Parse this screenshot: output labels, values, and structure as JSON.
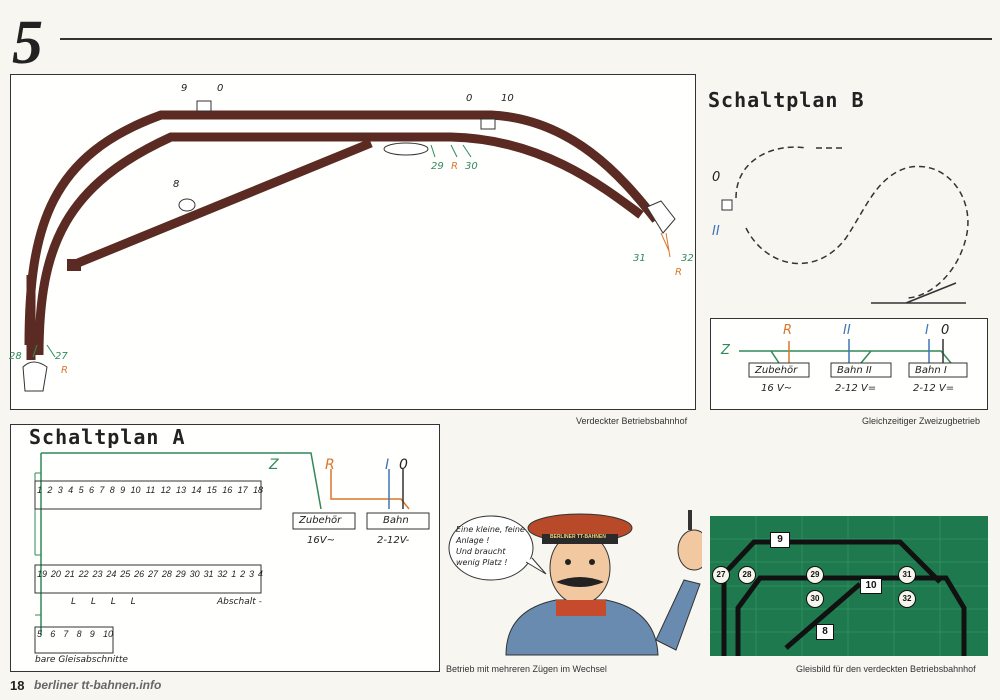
{
  "page": {
    "chapter_number": "5",
    "page_number": "18",
    "site": "berliner tt-bahnen.info"
  },
  "colors": {
    "track_brown": "#5a2a23",
    "orange_R": "#d9762b",
    "blue_bahn": "#3f74b8",
    "green_Z": "#2f8a5a",
    "board_green": "#1e7a4e"
  },
  "top_layout": {
    "caption": "Verdeckter Betriebsbahnhof",
    "labels": {
      "left_switch_numbers": [
        "9",
        "0"
      ],
      "right_switch_numbers": [
        "0",
        "10"
      ],
      "middle_numbers": [
        "29",
        "R",
        "30"
      ],
      "siding_number": "8",
      "right_end_numbers": [
        "31",
        "R",
        "32"
      ],
      "left_end_numbers": [
        "28",
        "27",
        "R"
      ]
    }
  },
  "schaltplan_b": {
    "title": "Schaltplan B",
    "top_label_0": "0",
    "top_label_II": "II",
    "caption": "Gleichzeitiger Zweizugbetrieb",
    "z_label": "Z",
    "terminals": [
      {
        "marker": "R",
        "name": "Zubehör",
        "value": "16 V~"
      },
      {
        "marker": "II",
        "name": "Bahn II",
        "value": "2-12 V="
      },
      {
        "marker": "I",
        "name": "Bahn I",
        "value": "2-12 V="
      }
    ],
    "extra_marker": "0"
  },
  "schaltplan_a": {
    "title": "Schaltplan A",
    "row1": [
      "1",
      "2",
      "3",
      "4",
      "5",
      "6",
      "7",
      "8",
      "9",
      "10",
      "11",
      "12",
      "13",
      "14",
      "15",
      "16",
      "17",
      "18"
    ],
    "row2": [
      "19",
      "20",
      "21",
      "22",
      "23",
      "24",
      "25",
      "26",
      "27",
      "28",
      "29",
      "30",
      "31",
      "32",
      "1",
      "2",
      "3",
      "4"
    ],
    "row2_sub": "L L L L",
    "row2_note": "Abschalt -",
    "row3": [
      "5",
      "6",
      "7",
      "8",
      "9",
      "10"
    ],
    "row3_note": "bare Gleisabschnitte",
    "z_label": "Z",
    "r_label": "R",
    "i_label": "I",
    "zero_label": "0",
    "terminals": [
      {
        "name": "Zubehör",
        "value": "16V~"
      },
      {
        "name": "Bahn",
        "value": "2-12V-"
      }
    ]
  },
  "cartoon": {
    "bubble_text": [
      "Eine kleine, feine",
      "Anlage !",
      "Und braucht",
      "wenig Platz !"
    ],
    "cap_text": "BERLINER TT-BAHNEN",
    "caption": "Betrieb mit mehreren Zügen im Wechsel"
  },
  "gleisbild": {
    "caption": "Gleisbild für den verdeckten Betriebsbahnhof",
    "tiles": [
      "9",
      "10",
      "8"
    ],
    "rounds": [
      "27",
      "28",
      "29",
      "30",
      "31",
      "32"
    ]
  }
}
